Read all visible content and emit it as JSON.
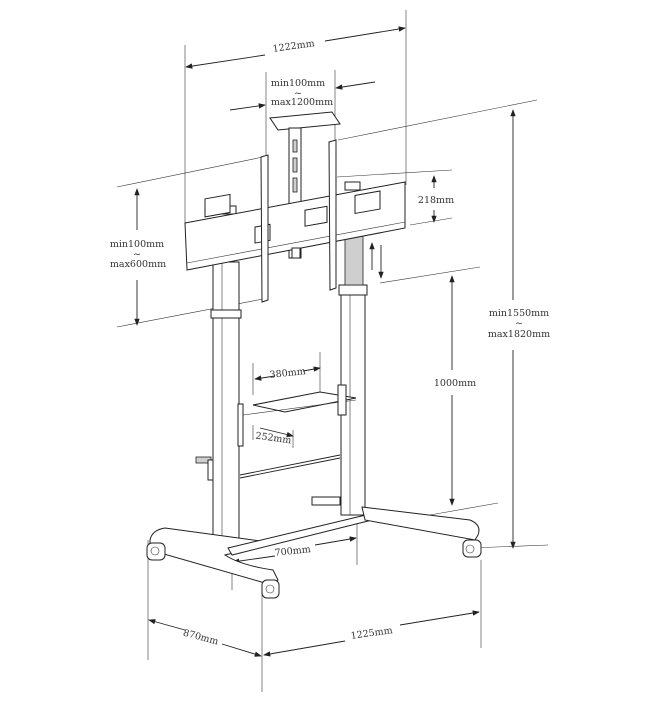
{
  "dimensions": {
    "overall_width": "1222mm",
    "vesa_min": "min100mm",
    "vesa_tilde": "~",
    "vesa_max": "max1200mm",
    "plate_height": "218mm",
    "adjust_min": "min100mm",
    "adjust_tilde": "~",
    "adjust_max": "max600mm",
    "height_min": "min1550mm",
    "height_tilde": "~",
    "height_max": "max1820mm",
    "bottom_height": "1000mm",
    "shelf_width": "380mm",
    "shelf_depth": "252mm",
    "column_spacing": "700mm",
    "base_depth": "870mm",
    "base_width": "1225mm"
  }
}
